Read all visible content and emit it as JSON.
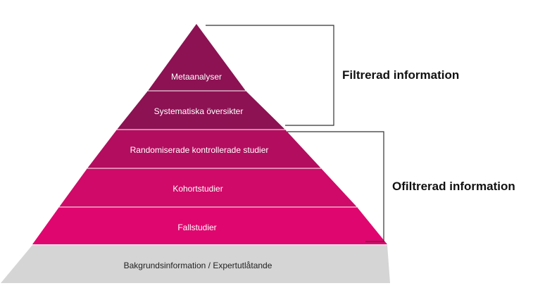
{
  "pyramid": {
    "levels": [
      {
        "label": "Metaanalyser",
        "color": "#8c1253"
      },
      {
        "label": "Systematiska översikter",
        "color": "#8c1253"
      },
      {
        "label": "Randomiserade kontrollerade studier",
        "color": "#b30d5f"
      },
      {
        "label": "Kohortstudier",
        "color": "#cf0a68"
      },
      {
        "label": "Fallstudier",
        "color": "#e0066f"
      }
    ],
    "base": {
      "label": "Bakgrundsinformation / Expertutlåtande",
      "color": "#d5d5d5"
    }
  },
  "groups": {
    "filtered": {
      "label": "Filtrerad information"
    },
    "unfiltered": {
      "label": "Ofiltrerad information"
    }
  },
  "colors": {
    "bracket": "#333333",
    "divider": "#ffffff"
  }
}
